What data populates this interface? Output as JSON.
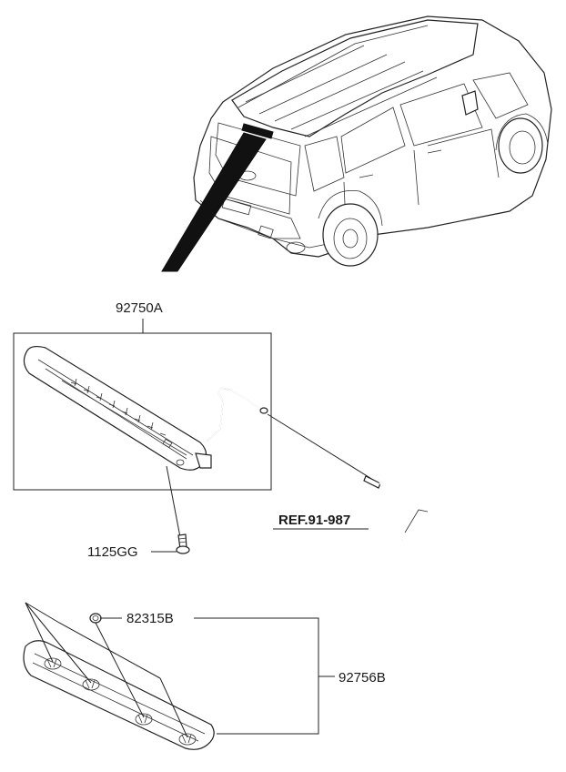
{
  "labels": {
    "lamp_assembly": "92750A",
    "screw": "1125GG",
    "reference": "REF.91-987",
    "clip": "82315B",
    "cover": "92756B"
  }
}
